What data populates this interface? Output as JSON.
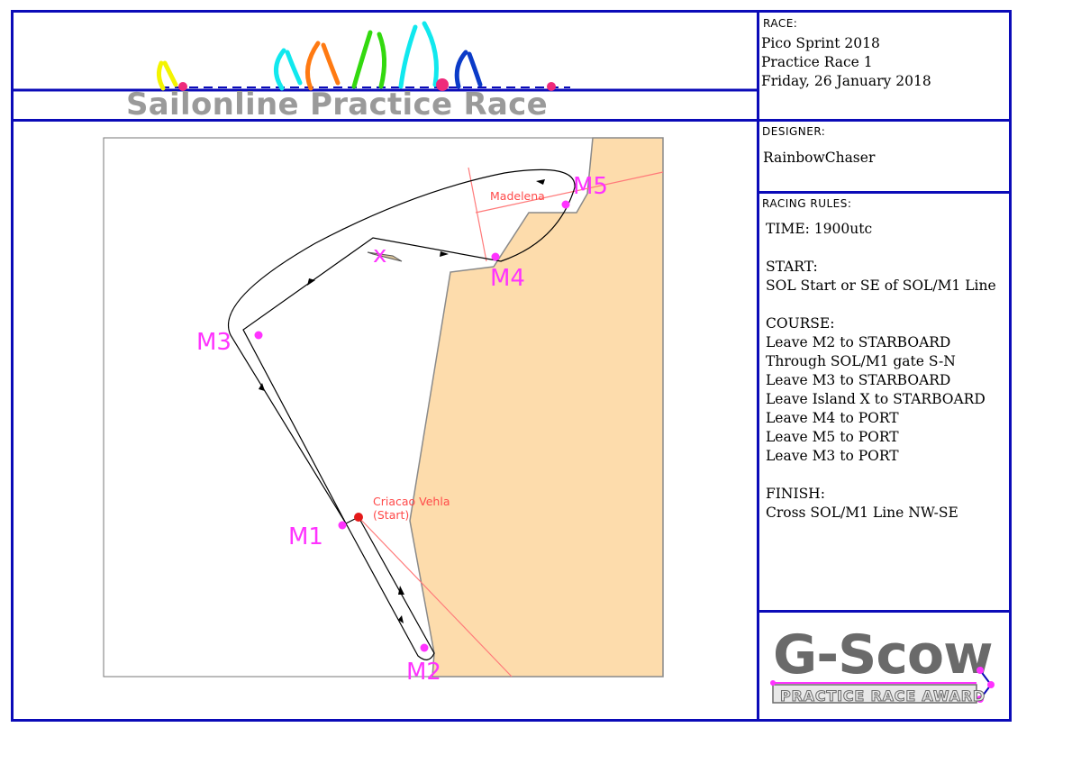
{
  "banner": {
    "title": "Sailonline Practice Race"
  },
  "race": {
    "label": "RACE:",
    "lines": [
      "Pico Sprint 2018",
      "Practice Race 1",
      "Friday, 26 January  2018"
    ]
  },
  "designer": {
    "label": "DESIGNER:",
    "name": "RainbowChaser"
  },
  "rules": {
    "label": "RACING RULES:",
    "lines": [
      "TIME: 1900utc",
      "",
      "START:",
      "SOL Start or SE of SOL/M1 Line",
      "",
      "COURSE:",
      "Leave M2 to STARBOARD",
      "Through SOL/M1 gate S-N",
      "Leave M3 to STARBOARD",
      "Leave Island X to STARBOARD",
      "Leave M4 to PORT",
      "Leave M5 to PORT",
      "Leave M3 to PORT",
      "",
      "FINISH:",
      "Cross SOL/M1 Line NW-SE"
    ]
  },
  "map": {
    "marks": [
      "M1",
      "M2",
      "M3",
      "M4",
      "M5"
    ],
    "island": "x",
    "places": {
      "madelena": "Madelena",
      "start_1": "Criacao Vehla",
      "start_2": "(Start)"
    },
    "colors": {
      "land": "#fddcac",
      "coast": "#8a8a8a",
      "mark": "#ff33ff",
      "waypoint": "#ff4a4a",
      "route": "#000000"
    }
  },
  "logo": {
    "title": "G-Scow",
    "subtitle": "PRACTICE RACE AWARD"
  },
  "colors": {
    "border": "#0b0bb8",
    "banner_text": "#9a9a9a"
  }
}
